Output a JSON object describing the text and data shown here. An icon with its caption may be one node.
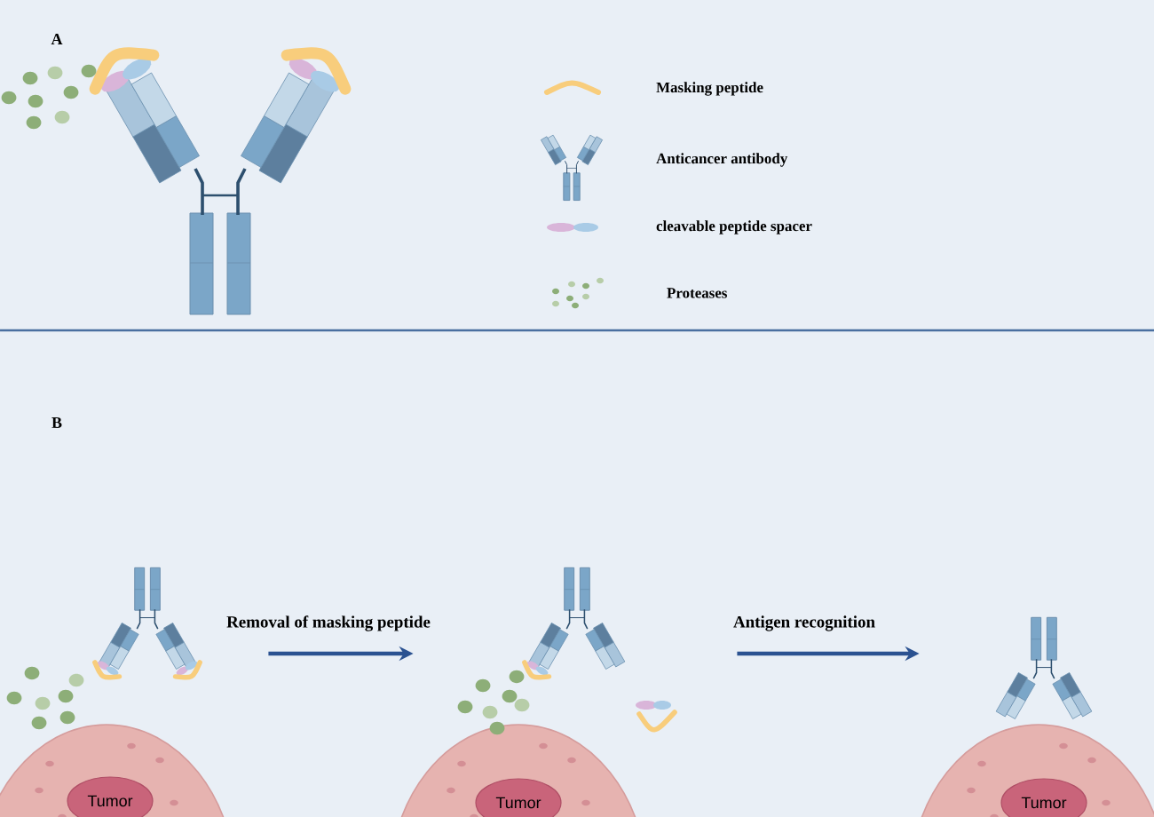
{
  "diagram": {
    "nodes": [
      {
        "text": [],
        "shape": "picture"
      },
      {
        "text": [
          "Tumor"
        ]
      },
      {
        "text": [],
        "shape": "picture"
      },
      {
        "text": [
          "Tumor"
        ]
      },
      {
        "text": [],
        "shape": "picture"
      },
      {
        "text": [
          "Tumor"
        ]
      }
    ],
    "edges": [
      {
        "from": 0,
        "to": 2,
        "arrow": "to",
        "label": "Removal of masking peptide"
      },
      {
        "from": 2,
        "to": 4,
        "arrow": "to",
        "label": "Antigen recognition"
      }
    ],
    "labels": [
      "A",
      "B"
    ],
    "legend": [
      {
        "text": "Masking peptide"
      },
      {
        "text": "Anticancer antibody"
      },
      {
        "text": "cleavable peptide spacer"
      },
      {
        "text": "Proteases"
      }
    ]
  }
}
